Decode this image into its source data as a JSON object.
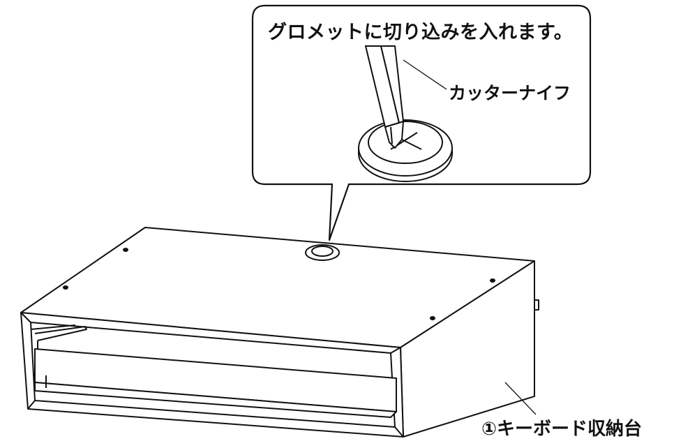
{
  "callout": {
    "instruction": "グロメットに切り込みを入れます。"
  },
  "labels": {
    "cutter_knife": "カッターナイフ",
    "keyboard_storage": "①キーボード収納台"
  }
}
